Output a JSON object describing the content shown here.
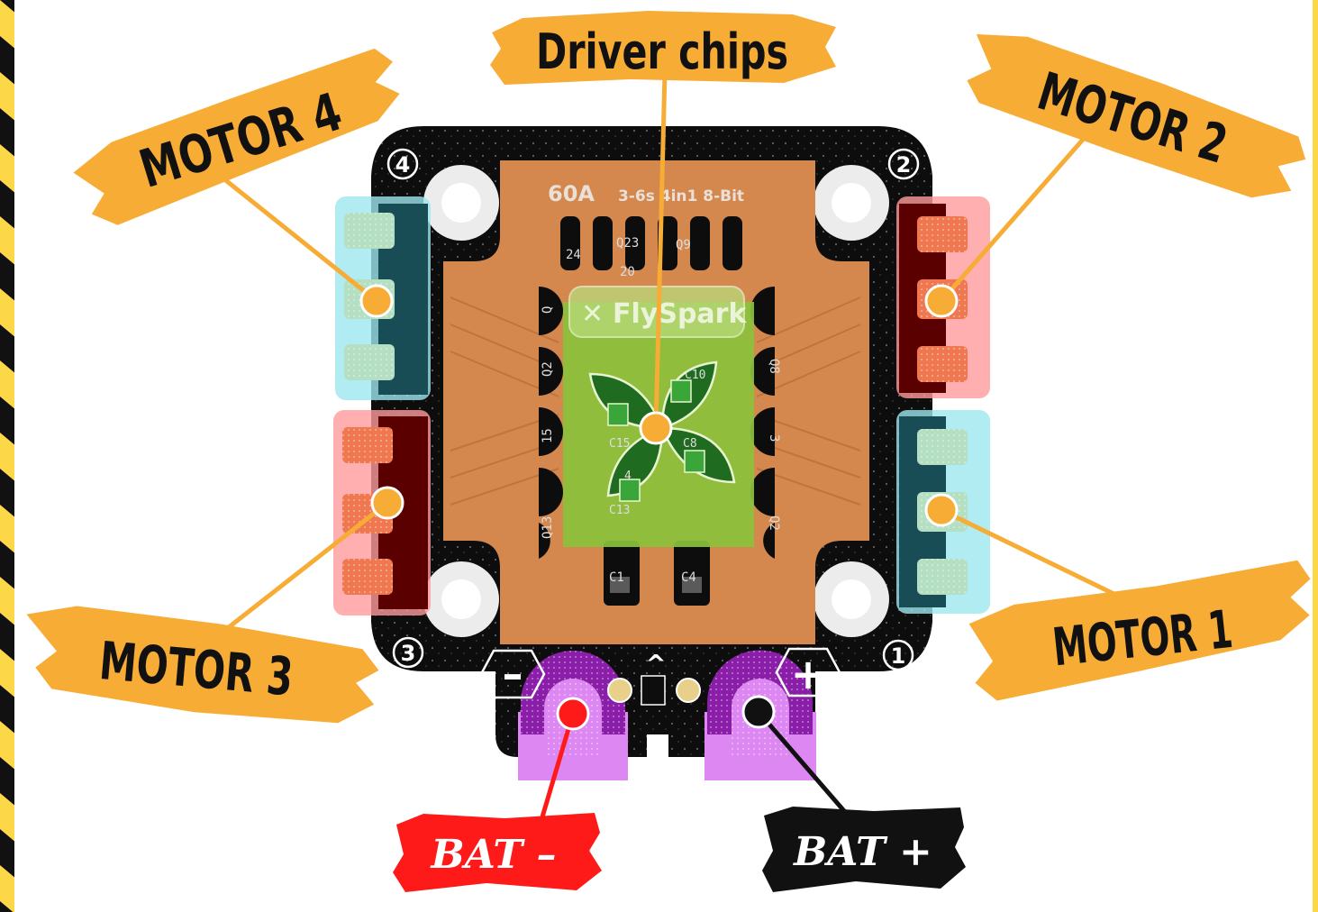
{
  "labels": {
    "driver_chips": "Driver chips",
    "motor4": "MOTOR 4",
    "motor2": "MOTOR 2",
    "motor3": "MOTOR 3",
    "motor1": "MOTOR 1",
    "bat_minus": "BAT –",
    "bat_plus": "BAT +"
  },
  "board": {
    "rating": "60A",
    "spec": "3-6s 4in1 8-Bit",
    "brand": "FlySpark",
    "corner_numbers": [
      "4",
      "2",
      "3",
      "1"
    ],
    "minus_sign": "–",
    "plus_sign": "+",
    "arrow": "^",
    "component_labels": {
      "q24": "24",
      "q23": "Q23",
      "q9": "Q9",
      "q20": "20",
      "q_left_top": "Q",
      "q2x": "Q2",
      "q15": "15",
      "q13": "Q13",
      "q8": "Q8",
      "q3": "3",
      "q2": "Q2",
      "c10": "C10",
      "c15": "C15",
      "c8": "C8",
      "c4a": "4",
      "c13": "C13",
      "c1": "C1",
      "c4": "C4"
    }
  },
  "colors": {
    "brush_orange": "#f7ac36",
    "leader_orange": "#f7ac36",
    "pcb_black": "#0d0d0d",
    "heatsink_copper": "#d4884e",
    "fan_green": "#8ac13a",
    "pad_purple": "#8a1ea8",
    "pad_pink": "#dd88f2",
    "motor_cyan": "#9fe7f0",
    "motor_red": "#ff9b9b",
    "bat_red": "#ff1a1a",
    "bat_black": "#111111",
    "hazard_yellow": "#fcd748"
  }
}
